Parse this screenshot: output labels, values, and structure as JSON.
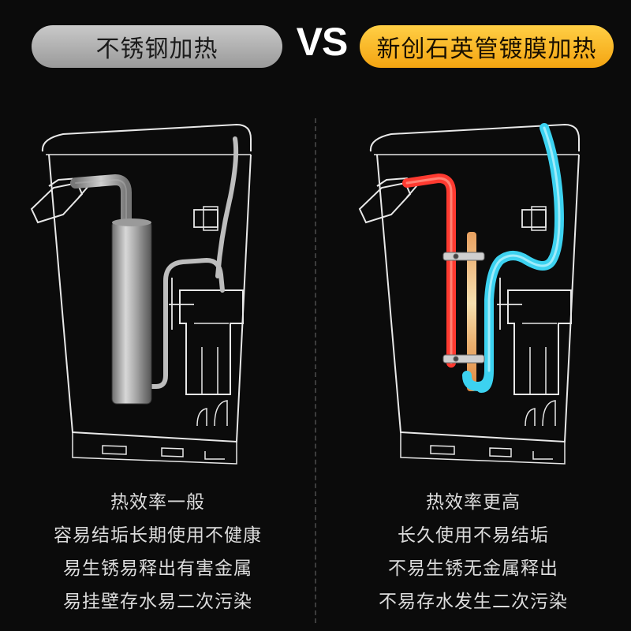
{
  "header": {
    "left_label": "不锈钢加热",
    "vs": "VS",
    "right_label": "新创石英管镀膜加热"
  },
  "left_panel": {
    "features": [
      "热效率一般",
      "容易结垢长期使用不健康",
      "易生锈易释出有害金属",
      "易挂壁存水易二次污染"
    ]
  },
  "right_panel": {
    "features": [
      "热效率更高",
      "长久使用不易结垢",
      "不易生锈无金属释出",
      "不易存水发生二次污染"
    ]
  },
  "colors": {
    "background": "#0b0b0b",
    "left_pill": "#b5b5b5",
    "right_pill": "#f8b726",
    "outline": "#e8e8e8",
    "hot_pipe": "#e8241f",
    "cold_pipe": "#3cc8e8",
    "quartz_tube": "#e8a060"
  }
}
